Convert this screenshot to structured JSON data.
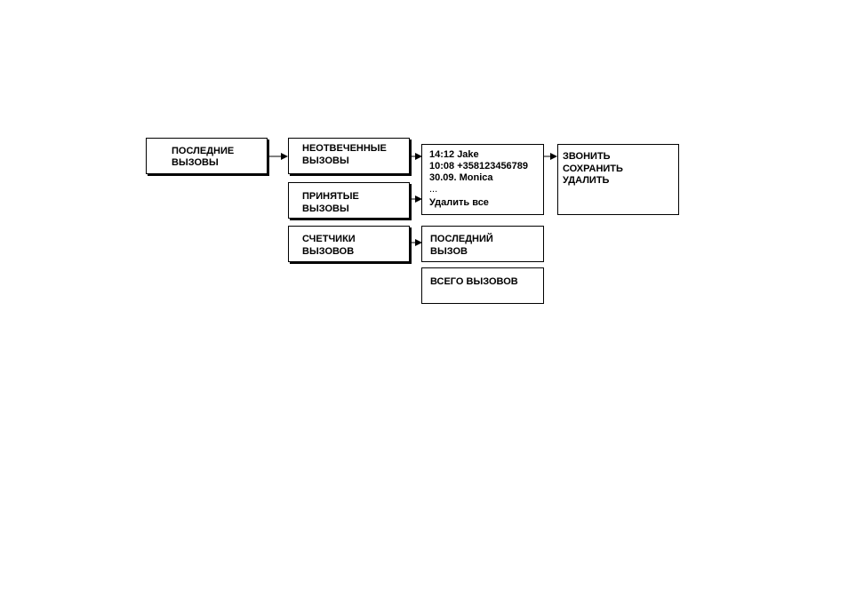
{
  "diagram": {
    "root": {
      "line1": "ПОСЛЕДНИЕ",
      "line2": "ВЫЗОВЫ"
    },
    "menu": [
      {
        "line1": "НЕОТВЕЧЕННЫЕ",
        "line2": "ВЫЗОВЫ"
      },
      {
        "line1": "ПРИНЯТЫЕ",
        "line2": "ВЫЗОВЫ"
      },
      {
        "line1": "СЧЕТЧИКИ",
        "line2": "ВЫЗОВОВ"
      }
    ],
    "call_list": [
      "14:12 Jake",
      "10:08 +358123456789",
      "30.09. Monica",
      "...",
      "Удалить все"
    ],
    "options": [
      "ЗВОНИТЬ",
      "СОХРАНИТЬ",
      "УДАЛИТЬ"
    ],
    "counters": [
      {
        "line1": "ПОСЛЕДНИЙ",
        "line2": "ВЫЗОВ"
      },
      {
        "line1": "ВСЕГО ВЫЗОВОВ"
      }
    ]
  },
  "colors": {
    "stroke": "#000000",
    "background": "#ffffff"
  }
}
